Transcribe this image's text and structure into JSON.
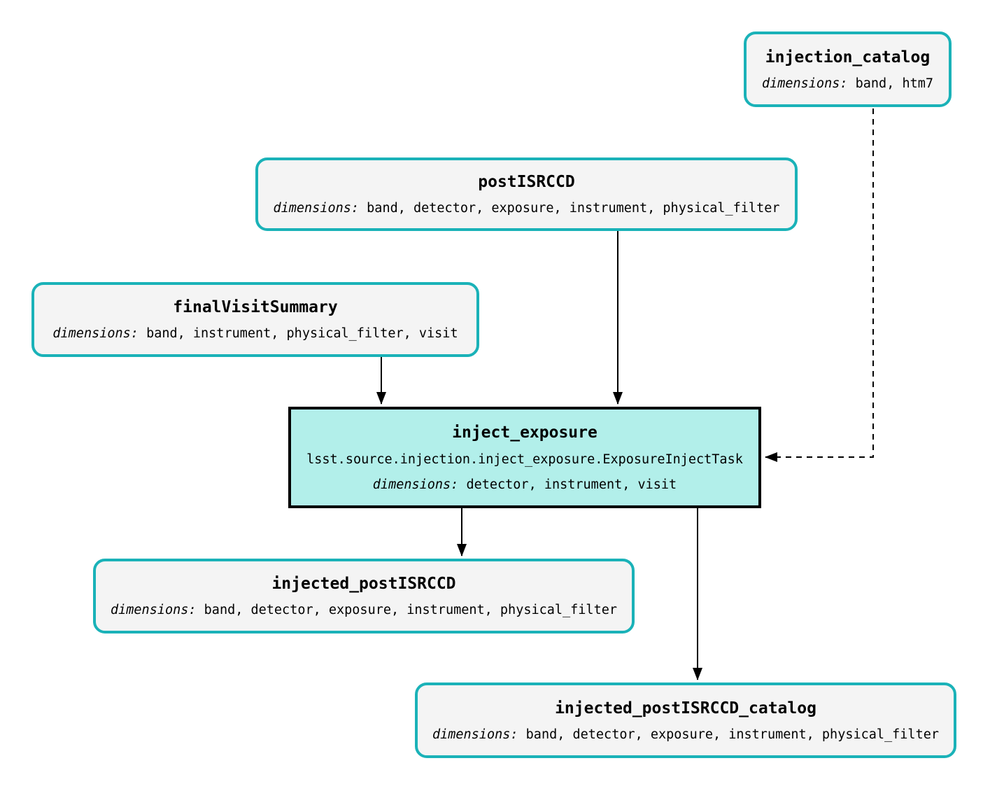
{
  "diagram": {
    "nodes": {
      "injection_catalog": {
        "title": "injection_catalog",
        "dimensions_label": "dimensions:",
        "dimensions": "band, htm7"
      },
      "postISRCCD": {
        "title": "postISRCCD",
        "dimensions_label": "dimensions:",
        "dimensions": "band, detector, exposure, instrument, physical_filter"
      },
      "finalVisitSummary": {
        "title": "finalVisitSummary",
        "dimensions_label": "dimensions:",
        "dimensions": "band, instrument, physical_filter, visit"
      },
      "inject_exposure": {
        "title": "inject_exposure",
        "task_class": "lsst.source.injection.inject_exposure.ExposureInjectTask",
        "dimensions_label": "dimensions:",
        "dimensions": "detector, instrument, visit"
      },
      "injected_postISRCCD": {
        "title": "injected_postISRCCD",
        "dimensions_label": "dimensions:",
        "dimensions": "band, detector, exposure, instrument, physical_filter"
      },
      "injected_postISRCCD_catalog": {
        "title": "injected_postISRCCD_catalog",
        "dimensions_label": "dimensions:",
        "dimensions": "band, detector, exposure, instrument, physical_filter"
      }
    },
    "edges": [
      {
        "from": "postISRCCD",
        "to": "inject_exposure",
        "style": "solid"
      },
      {
        "from": "finalVisitSummary",
        "to": "inject_exposure",
        "style": "solid"
      },
      {
        "from": "injection_catalog",
        "to": "inject_exposure",
        "style": "dashed"
      },
      {
        "from": "inject_exposure",
        "to": "injected_postISRCCD",
        "style": "solid"
      },
      {
        "from": "inject_exposure",
        "to": "injected_postISRCCD_catalog",
        "style": "solid"
      }
    ],
    "colors": {
      "dataset_border": "#1AB2B8",
      "dataset_fill": "#F4F4F4",
      "task_border": "#000000",
      "task_fill": "#B2EFEA",
      "edge": "#000000",
      "text": "#000000"
    }
  }
}
